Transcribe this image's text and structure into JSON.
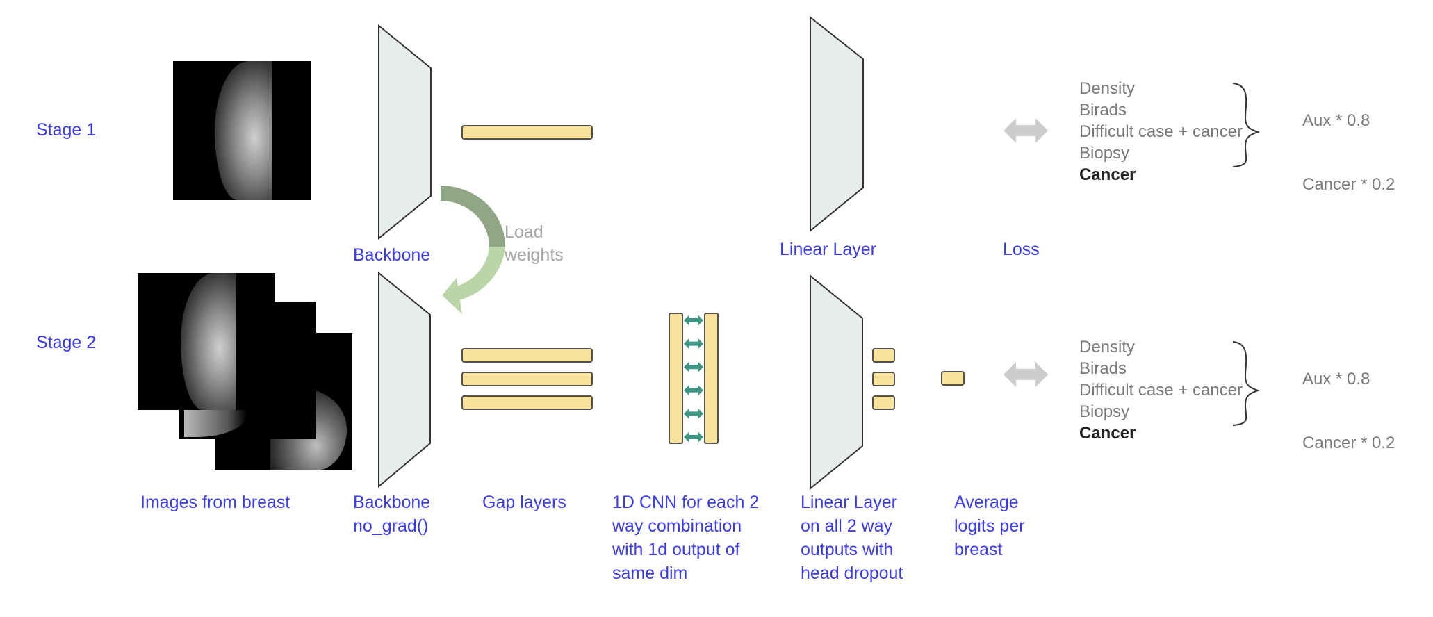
{
  "colors": {
    "label_blue": "#3a3aee",
    "layer_fill": "#e8ecec",
    "layer_stroke": "#333333",
    "feature_fill": "#f8e29c",
    "feature_stroke": "#555048",
    "cnn_arrow": "#3f9583",
    "loss_arrow": "#cccccc",
    "load_arrow_dark": "#8fa786",
    "load_arrow_light": "#bad6a9"
  },
  "stages": [
    {
      "label": "Stage 1"
    },
    {
      "label": "Stage 2"
    }
  ],
  "stage1": {
    "backbone_label": "Backbone",
    "linear_label": "Linear Layer",
    "loss_label": "Loss",
    "gap_bar_count": 1
  },
  "load_weights": {
    "line1": "Load",
    "line2": "weights"
  },
  "stage2": {
    "gap_bar_count": 3,
    "cnn_pair_arrow_count": 6,
    "linear_output_count": 3,
    "average_output_count": 1,
    "bottom_labels": {
      "images": [
        "Images from breast"
      ],
      "backbone": [
        "Backbone",
        "no_grad()"
      ],
      "gap": [
        "Gap layers"
      ],
      "cnn": [
        "1D CNN for each 2",
        "way combination",
        "with 1d output of",
        "same dim"
      ],
      "linear": [
        "Linear Layer",
        "on all 2 way",
        "outputs with",
        "head dropout"
      ],
      "average": [
        "Average",
        "logits per",
        "breast"
      ]
    }
  },
  "loss_targets": {
    "aux": [
      "Density",
      "Birads",
      "Difficult case + cancer",
      "Biopsy"
    ],
    "main": "Cancer",
    "aux_weight_label": "Aux * 0.8",
    "main_weight_label": "Cancer * 0.2"
  }
}
